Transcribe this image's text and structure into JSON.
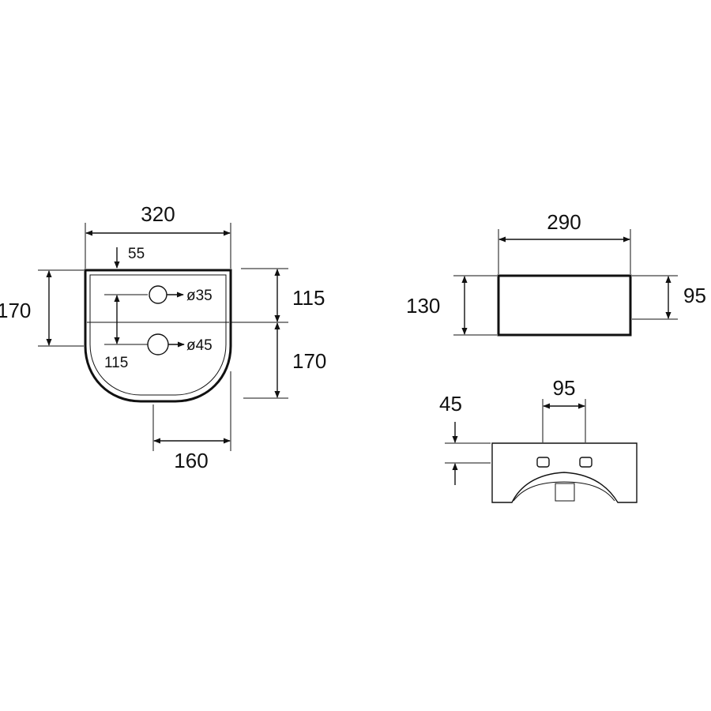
{
  "dimensions": {
    "top_view_width": "320",
    "top_view_offset": "55",
    "top_view_height_left": "170",
    "top_view_depth_upper": "115",
    "top_view_depth_lower": "170",
    "top_view_half_width": "160",
    "hole_spacing": "115",
    "hole_small": "ø35",
    "hole_large": "ø45",
    "side_view_width": "290",
    "side_view_height": "130",
    "side_view_inner_height": "95",
    "front_view_spacing": "95",
    "front_view_height": "45"
  }
}
